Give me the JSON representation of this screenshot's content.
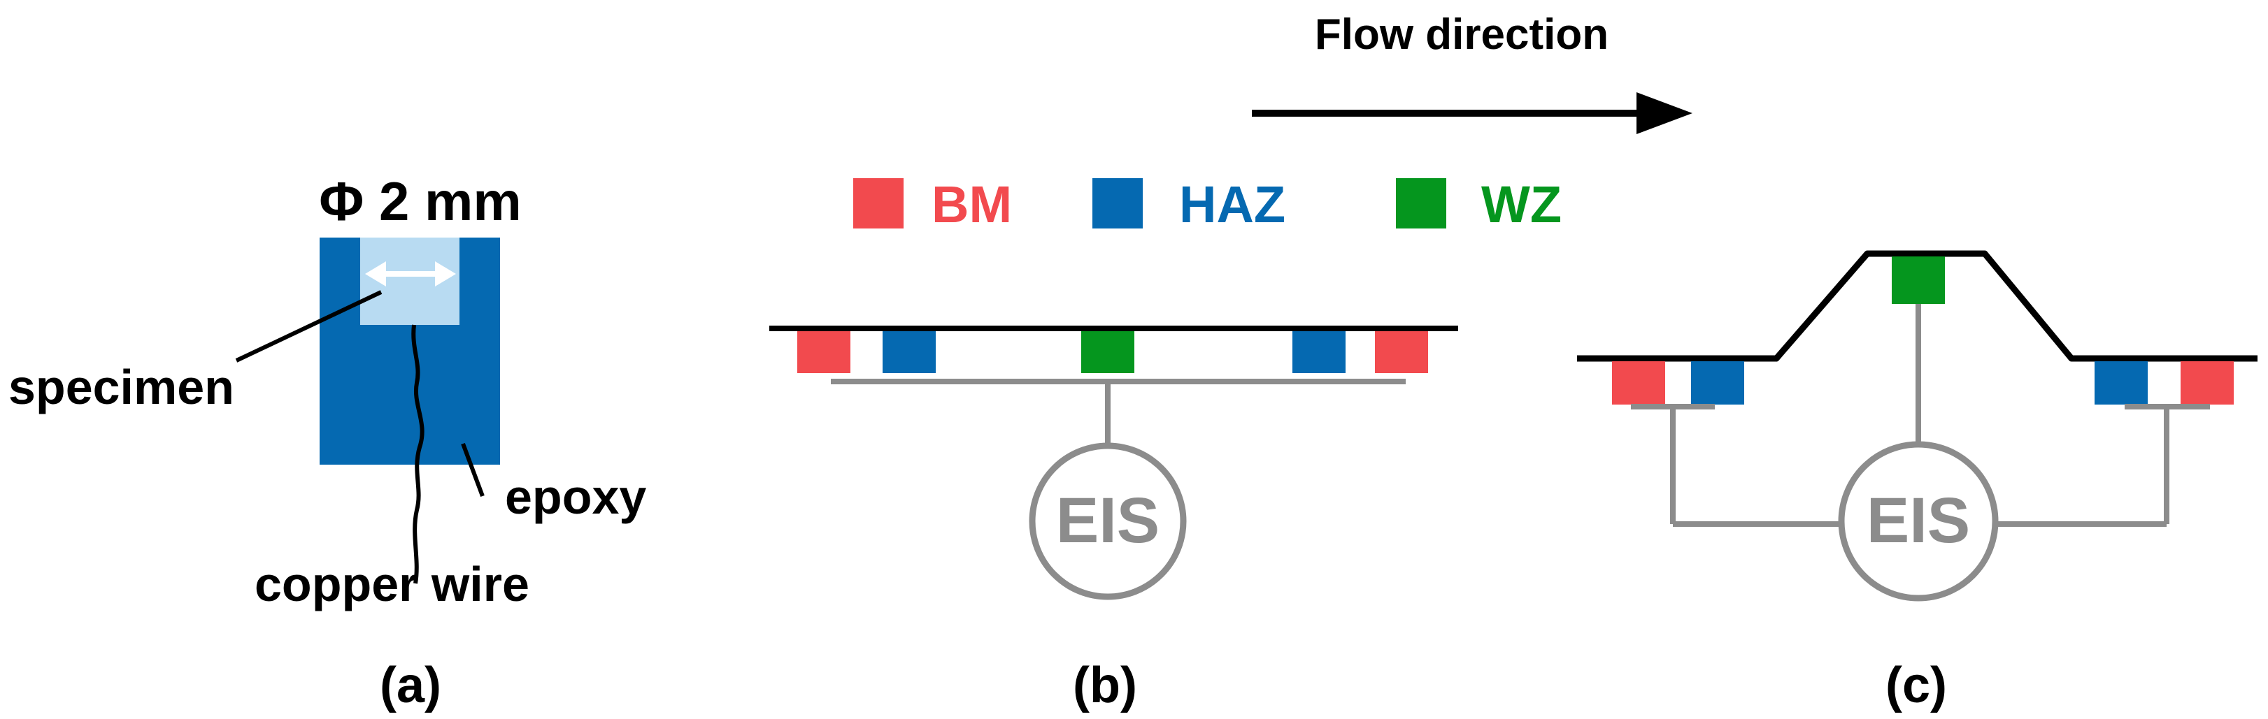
{
  "header": {
    "flow_direction": "Flow direction"
  },
  "legend": {
    "bm": {
      "label": "BM",
      "color": "#f24a4e"
    },
    "haz": {
      "label": "HAZ",
      "color": "#0569b1"
    },
    "wz": {
      "label": "WZ",
      "color": "#05961e"
    }
  },
  "panel_a": {
    "dimension": "Φ 2 mm",
    "specimen_label": "specimen",
    "epoxy_label": "epoxy",
    "wire_label": "copper wire",
    "caption": "(a)",
    "epoxy_color": "#0569b1",
    "specimen_color": "#b8dbf2"
  },
  "panel_b": {
    "instrument": "EIS",
    "caption": "(b)"
  },
  "panel_c": {
    "instrument": "EIS",
    "caption": "(c)"
  },
  "colors": {
    "line": "#000000",
    "wire": "#8c8c8c"
  }
}
